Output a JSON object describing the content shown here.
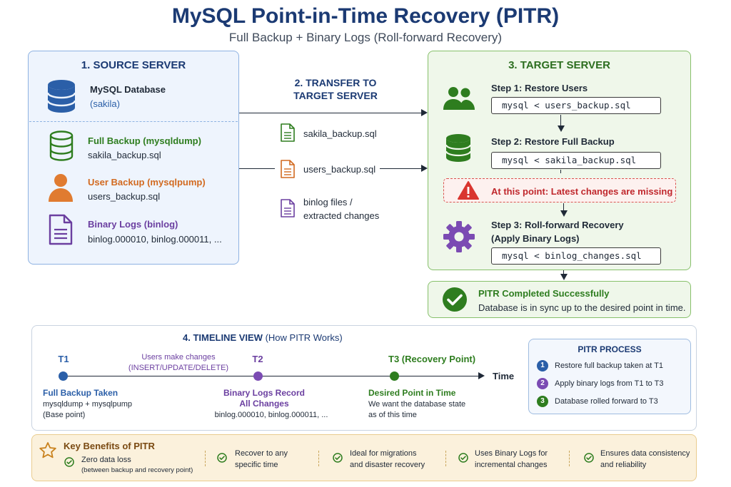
{
  "header": {
    "title": "MySQL Point-in-Time Recovery (PITR)",
    "subtitle": "Full Backup + Binary Logs (Roll-forward Recovery)"
  },
  "source": {
    "title": "1. SOURCE SERVER",
    "db_name": "MySQL Database",
    "db_schema": "(sakila)",
    "full_backup_label": "Full Backup (mysqldump)",
    "full_backup_file": "sakila_backup.sql",
    "user_backup_label": "User Backup (mysqlpump)",
    "user_backup_file": "users_backup.sql",
    "binlog_label": "Binary Logs (binlog)",
    "binlog_files": "binlog.000010, binlog.000011, ..."
  },
  "transfer": {
    "title_line1": "2. TRANSFER TO",
    "title_line2": "TARGET SERVER",
    "file1": "sakila_backup.sql",
    "file2": "users_backup.sql",
    "file3_line1": "binlog files /",
    "file3_line2": "extracted changes"
  },
  "target": {
    "title": "3. TARGET SERVER",
    "step1_label": "Step 1: Restore Users",
    "step1_cmd": "mysql < users_backup.sql",
    "step2_label": "Step 2: Restore Full Backup",
    "step2_cmd": "mysql < sakila_backup.sql",
    "warning": "At this point: Latest changes are missing",
    "step3_label_line1": "Step 3: Roll-forward Recovery",
    "step3_label_line2": "(Apply Binary Logs)",
    "step3_cmd": "mysql < binlog_changes.sql"
  },
  "completed": {
    "title": "PITR Completed Successfully",
    "text": "Database is in sync up to the desired point in time."
  },
  "timeline": {
    "title_bold": "4. TIMELINE VIEW",
    "title_rest": "(How PITR Works)",
    "axis_label": "Time",
    "t1": "T1",
    "t2": "T2",
    "t3": "T3 (Recovery Point)",
    "changes_line1": "Users make changes",
    "changes_line2": "(INSERT/UPDATE/DELETE)",
    "t1_title": "Full Backup Taken",
    "t1_line1": "mysqldump + mysqlpump",
    "t1_line2": "(Base point)",
    "t2_title_line1": "Binary Logs Record",
    "t2_title_line2": "All Changes",
    "t2_line1": "binlog.000010, binlog.000011, ...",
    "t3_title": "Desired Point in Time",
    "t3_line1": "We want the database state",
    "t3_line2": "as of this time"
  },
  "process": {
    "title": "PITR PROCESS",
    "items": [
      {
        "num": "1",
        "text": "Restore full backup taken at T1"
      },
      {
        "num": "2",
        "text": "Apply binary logs from T1 to T3"
      },
      {
        "num": "3",
        "text": "Database rolled forward to T3"
      }
    ]
  },
  "benefits": {
    "title": "Key Benefits of PITR",
    "b1_line1": "Zero data loss",
    "b1_line2": "(between backup and recovery point)",
    "b2_line1": "Recover to any",
    "b2_line2": "specific time",
    "b3_line1": "Ideal for migrations",
    "b3_line2": "and disaster recovery",
    "b4_line1": "Uses Binary Logs for",
    "b4_line2": "incremental changes",
    "b5_line1": "Ensures data consistency",
    "b5_line2": "and reliability"
  },
  "colors": {
    "navy": "#1b3a73",
    "blue": "#2b5fa8",
    "green": "#2e7d1f",
    "orange": "#d26a20",
    "purple": "#6b3fa0",
    "red": "#c0282d"
  }
}
